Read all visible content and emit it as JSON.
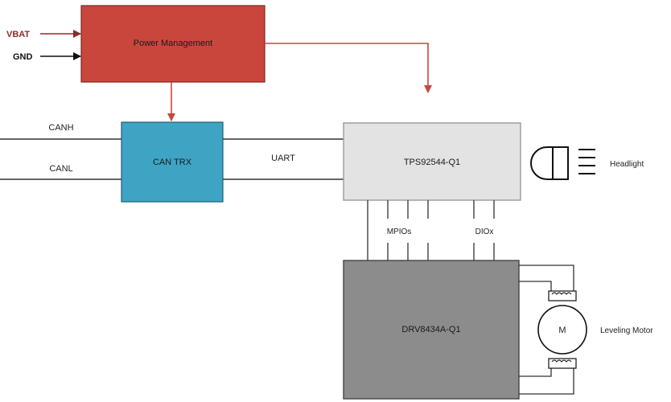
{
  "inputs": {
    "vbat": "VBAT",
    "gnd": "GND"
  },
  "blocks": {
    "power": "Power Management",
    "can_trx": "CAN TRX",
    "tps": "TPS92544-Q1",
    "drv": "DRV8434A-Q1"
  },
  "signals": {
    "canh": "CANH",
    "canl": "CANL",
    "uart": "UART",
    "mpios": "MPIOs",
    "diox": "DIOx"
  },
  "loads": {
    "headlight": "Headlight",
    "motor_symbol": "M",
    "leveling_motor": "Leveling Motor"
  },
  "colors": {
    "power_fill": "#c9463d",
    "can_fill": "#3fa3c4",
    "tps_fill": "#e3e3e3",
    "drv_fill": "#8c8c8c",
    "vbat_text": "#8b2c2c",
    "power_arrow": "#c9463d"
  },
  "icons": {
    "headlight": "headlight-icon",
    "motor": "motor-icon"
  }
}
